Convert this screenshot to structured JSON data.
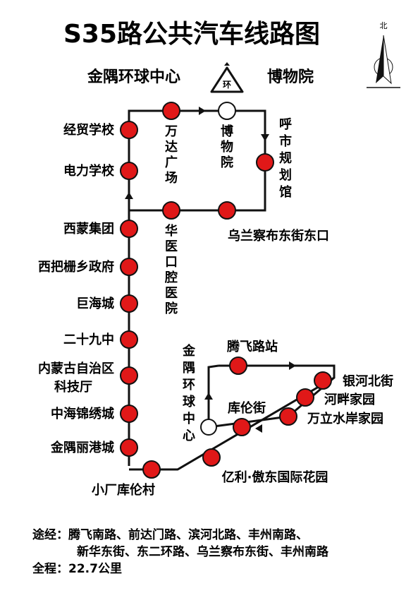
{
  "title": "S35路公共汽车线路图",
  "terminals": {
    "from": "金隅环球中心",
    "loop_symbol": "环",
    "to": "博物院"
  },
  "compass": {
    "label": "北"
  },
  "colors": {
    "stop": "#e01818",
    "terminal": "#ffffff",
    "line": "#111111"
  },
  "stops": {
    "jingmao": "经贸学校",
    "dianli": "电力学校",
    "ximeng": "西蒙集团",
    "xiba": "西把栅乡政府",
    "juhai": "巨海城",
    "ershijiu": "二十九中",
    "neimeng_1": "内蒙古自治区",
    "neimeng_2": "科技厅",
    "zhonghai": "中海锦绣城",
    "jinyu_ligang": "金隅丽港城",
    "xiaochang": "小厂库伦村",
    "wanda": [
      "万",
      "达",
      "广",
      "场"
    ],
    "bowuyuan": [
      "博",
      "物",
      "院"
    ],
    "huhe": [
      "呼",
      "市",
      "规",
      "划",
      "馆"
    ],
    "huayi": [
      "华",
      "医",
      "口",
      "腔",
      "医",
      "院"
    ],
    "wulan": "乌兰察布东街东口",
    "jinyu_huanqiu": [
      "金",
      "隅",
      "环",
      "球",
      "中",
      "心"
    ],
    "tengfei": "腾飞路站",
    "kulun": "库伦街",
    "yinhe": "银河北街",
    "hepan": "河畔家园",
    "wanli": "万立水岸家园",
    "yili": "亿利·傲东国际花园"
  },
  "footer": {
    "via_line1": "途经：腾飞南路、前达门路、滨河北路、丰州南路、",
    "via_line2": "新华东街、东二环路、乌兰察布东街、丰州南路",
    "distance": "全程：22.7公里"
  }
}
